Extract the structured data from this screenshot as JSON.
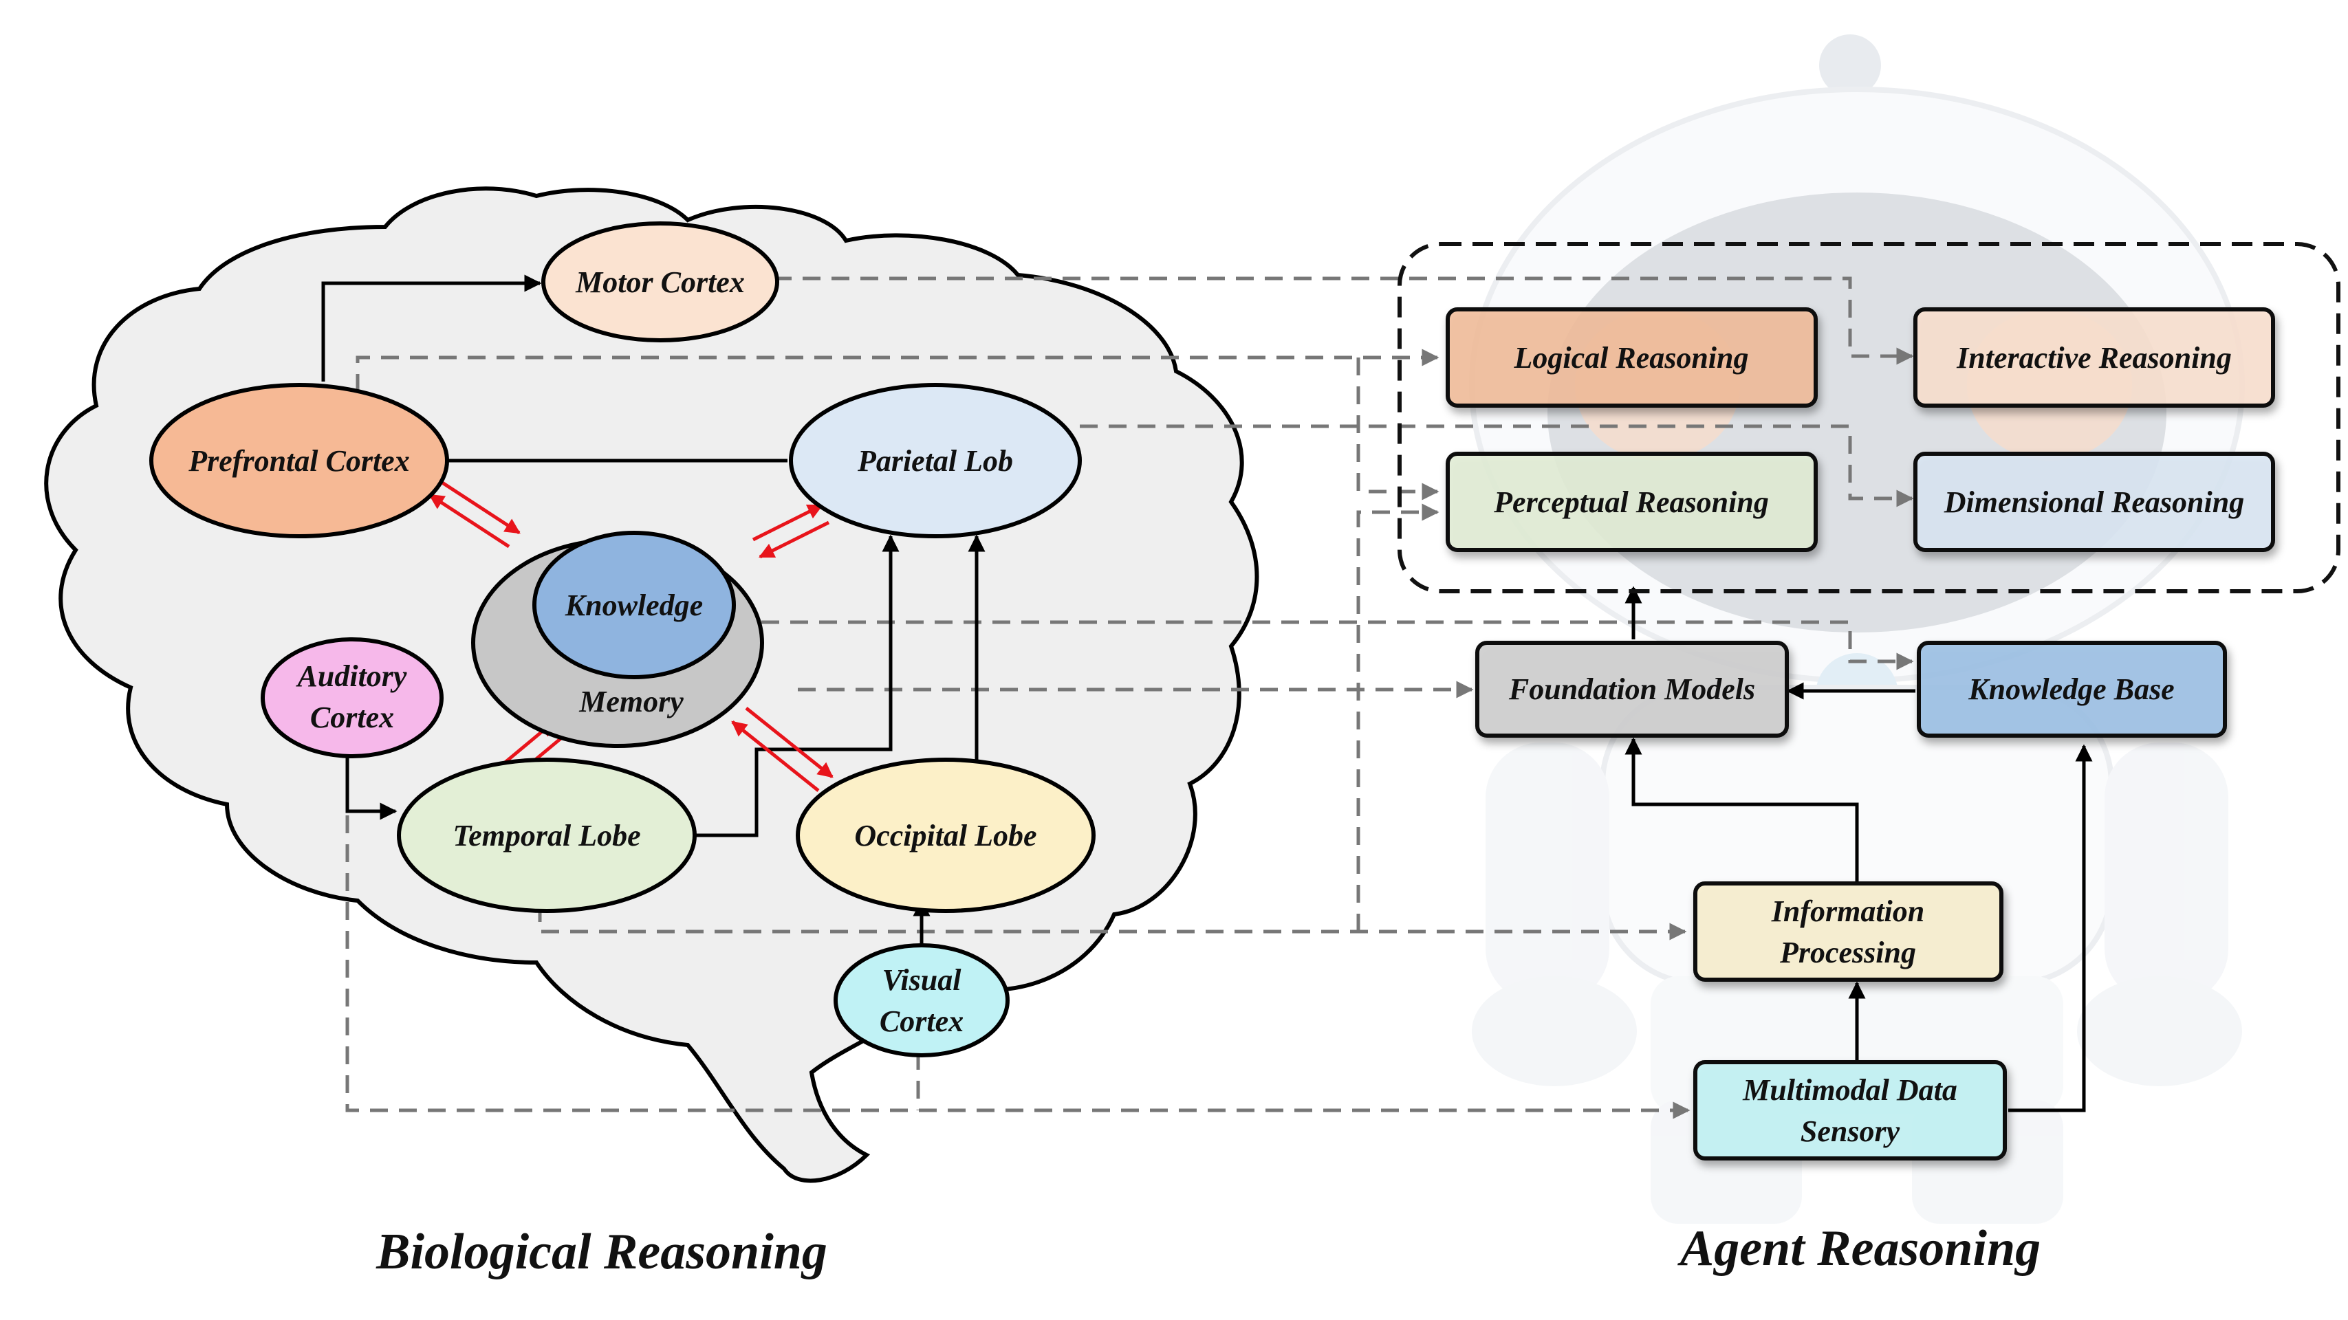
{
  "biological": {
    "title": "Biological Reasoning",
    "motor_cortex": "Motor Cortex",
    "prefrontal_cortex": "Prefrontal Cortex",
    "parietal_lob": "Parietal Lob",
    "knowledge": "Knowledge",
    "memory": "Memory",
    "auditory_cortex": [
      "Auditory",
      "Cortex"
    ],
    "temporal_lobe": "Temporal Lobe",
    "occipital_lobe": "Occipital Lobe",
    "visual_cortex": [
      "Visual",
      "Cortex"
    ]
  },
  "agent": {
    "title": "Agent Reasoning",
    "logical_reasoning": "Logical Reasoning",
    "interactive_reasoning": "Interactive Reasoning",
    "perceptual_reasoning": "Perceptual Reasoning",
    "dimensional_reasoning": "Dimensional Reasoning",
    "foundation_models": "Foundation Models",
    "knowledge_base": "Knowledge Base",
    "information_processing": [
      "Information",
      "Processing"
    ],
    "multimodal_data_sensory": [
      "Multimodal Data",
      "Sensory"
    ]
  },
  "colors": {
    "motor": "#fbe3d1",
    "prefrontal": "#f6b995",
    "parietal": "#dce8f5",
    "knowledge": "#8fb4df",
    "memory": "#c7c7c7",
    "auditory": "#f6b8ea",
    "temporal": "#e3efd6",
    "occipital": "#fcf0c8",
    "visual": "#c0f2f5",
    "logical": "#f3bd9a",
    "interactive": "#fbe2d0",
    "perceptual": "#e3efd6",
    "dimensional": "#dbe8f4",
    "foundation": "#cfcfcf",
    "kbase": "#9fc2e6",
    "info": "#f7efcf",
    "multimodal": "#c3f2f4"
  }
}
